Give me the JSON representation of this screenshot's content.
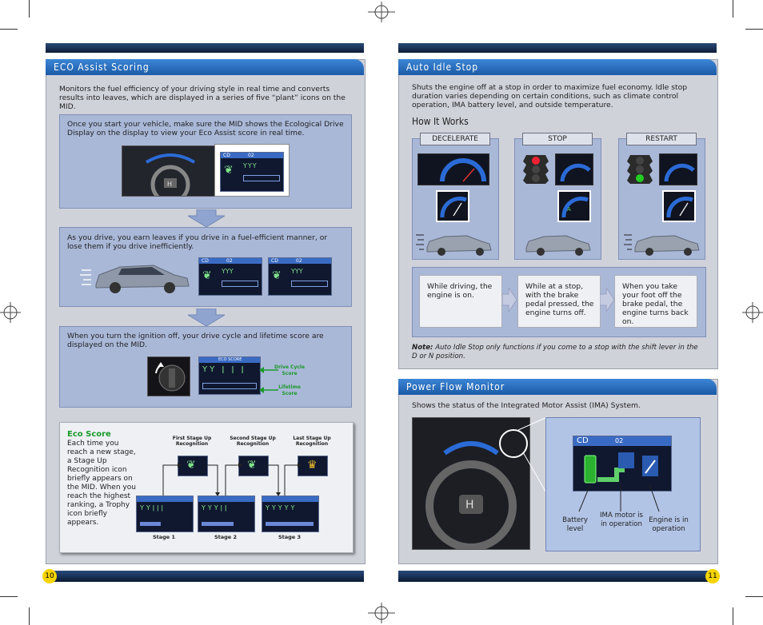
{
  "left": {
    "eco": {
      "title": "ECO Assist Scoring",
      "intro": "Monitors the fuel efficiency of your driving style in real time and converts results into leaves, which are displayed in a series of five “plant” icons on the MID.",
      "step1": "Once you start your vehicle, make sure the MID shows the Ecological Drive Display on the display to view your Eco Assist score in real time.",
      "step2": "As you drive, you earn leaves if you drive in a fuel-efficient manner, or lose them if you drive inefficiently.",
      "step3": "When you turn the ignition off, your drive cycle and lifetime score are displayed on the MID.",
      "drive_cycle_label": "Drive Cycle Score",
      "lifetime_label": "Lifetime Score",
      "mid_cd": "CD",
      "mid_track": "02",
      "eco_score_screen": "ECO SCORE",
      "ecoscore": {
        "heading": "Eco Score",
        "body": "Each time you reach a new stage, a Stage Up Recognition icon briefly appears on the MID. When you reach the highest ranking, a Trophy icon briefly appears.",
        "recognitions": [
          "First Stage Up Recognition",
          "Second Stage Up Recognition",
          "Last Stage Up Recognition"
        ],
        "stages": [
          "Stage 1",
          "Stage 2",
          "Stage 3"
        ]
      }
    },
    "page_number": "10"
  },
  "right": {
    "idle": {
      "title": "Auto Idle Stop",
      "intro": "Shuts the engine off at a stop in order to maximize fuel economy. Idle stop duration varies depending on certain conditions, such as climate control operation, IMA battery level, and outside temperature.",
      "how_heading": "How It Works",
      "phases": [
        "DECELERATE",
        "STOP",
        "RESTART"
      ],
      "flow": [
        "While driving, the engine is on.",
        "While at a stop, with the brake pedal pressed, the engine turns off.",
        "When you take your foot off the brake pedal, the engine turns back on."
      ],
      "note_label": "Note:",
      "note_text": "Auto Idle Stop only functions if you come to a stop with the shift lever in the D or N position."
    },
    "power": {
      "title": "Power Flow Monitor",
      "intro": "Shows the status of the Integrated Motor Assist (IMA) System.",
      "mid_cd": "CD",
      "mid_track": "02",
      "labels": [
        "Battery level",
        "IMA motor is in operation",
        "Engine is in operation"
      ]
    },
    "page_number": "11"
  },
  "colors": {
    "header_blue": "#2a6fc0",
    "eco_green": "#1a9a2a",
    "page_badge": "#f5d400"
  }
}
